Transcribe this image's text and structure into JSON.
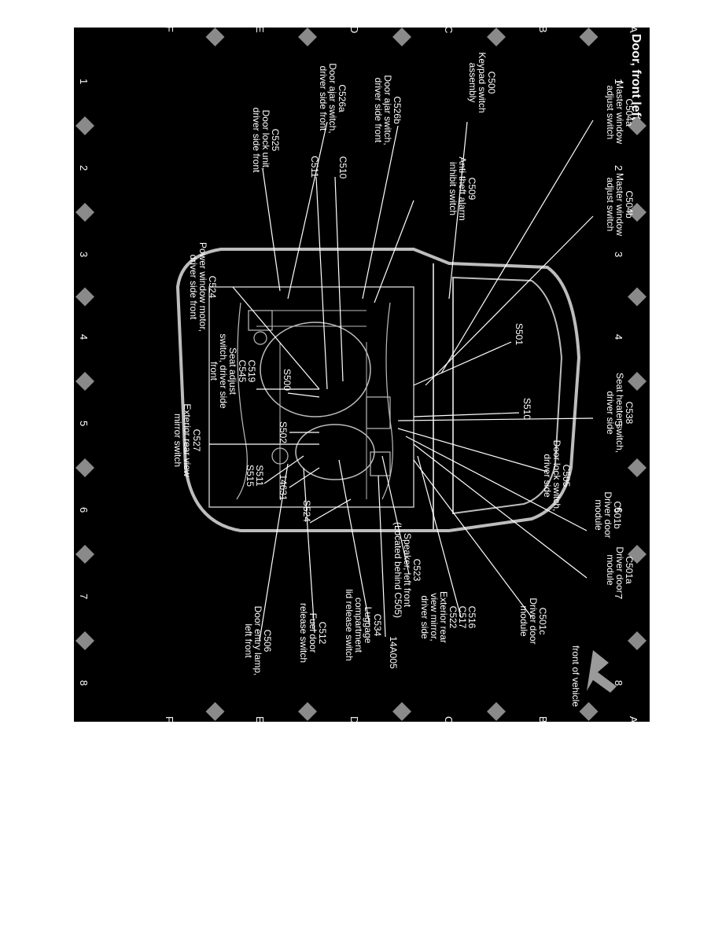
{
  "title": "Door,  front  left",
  "grid": {
    "rows": [
      "A",
      "B",
      "C",
      "D",
      "E",
      "F"
    ],
    "cols": [
      "1",
      "2",
      "3",
      "4",
      "5",
      "6",
      "7",
      "8"
    ]
  },
  "orientation_note": "front of vehicle",
  "labels": {
    "c504a": [
      "C504a",
      "Master window",
      "adjust switch"
    ],
    "c504b": [
      "C504b",
      "Master window",
      "adjust switch"
    ],
    "c500": [
      "C500",
      "Keypad switch",
      "assembly"
    ],
    "c509": [
      "C509",
      "Anti-theft alarm",
      "inhibit switch"
    ],
    "c526b": [
      "C526b",
      "Door ajar switch,",
      "driver side front"
    ],
    "c526a": [
      "C526a",
      "Door ajar switch,",
      "driver side front"
    ],
    "c510": [
      "C510"
    ],
    "c511": [
      "C511"
    ],
    "c525": [
      "C525",
      "Door lock unit,",
      "driver side front"
    ],
    "c524": [
      "C524",
      "Power window motor,",
      "driver side front"
    ],
    "s501": [
      "S501"
    ],
    "s510": [
      "S510"
    ],
    "c538": [
      "C538",
      "Seat heater switch,",
      "driver side"
    ],
    "s500": [
      "S500"
    ],
    "c519": [
      "C519",
      "C545",
      "Seat adjust",
      "switch, driver side",
      "front"
    ],
    "s502": [
      "S502"
    ],
    "c527": [
      "C527",
      "Exterior rear view",
      "mirror switch"
    ],
    "c505": [
      "C505",
      "Door lock switch,",
      "driver side"
    ],
    "s511": [
      "S511",
      "S515"
    ],
    "w14631": [
      "14631"
    ],
    "c501b": [
      "C501b",
      "Driver door",
      "module"
    ],
    "s524": [
      "S524"
    ],
    "c501a": [
      "C501a",
      "Driver door",
      "module"
    ],
    "c523": [
      "C523",
      "Speaker, left front",
      "(Located behind C505)"
    ],
    "c501c": [
      "C501c",
      "Driver door",
      "module"
    ],
    "c516": [
      "C516",
      "C517",
      "C522",
      "Exterior rear",
      "view mirror,",
      "driver side"
    ],
    "c534": [
      "C534",
      "Luggage",
      "compartment",
      "lid release switch"
    ],
    "w14a005": [
      "14A005"
    ],
    "c512": [
      "C512",
      "Fuel door",
      "release switch"
    ],
    "c506": [
      "C506",
      "Door entry lamp,",
      "left front"
    ]
  }
}
